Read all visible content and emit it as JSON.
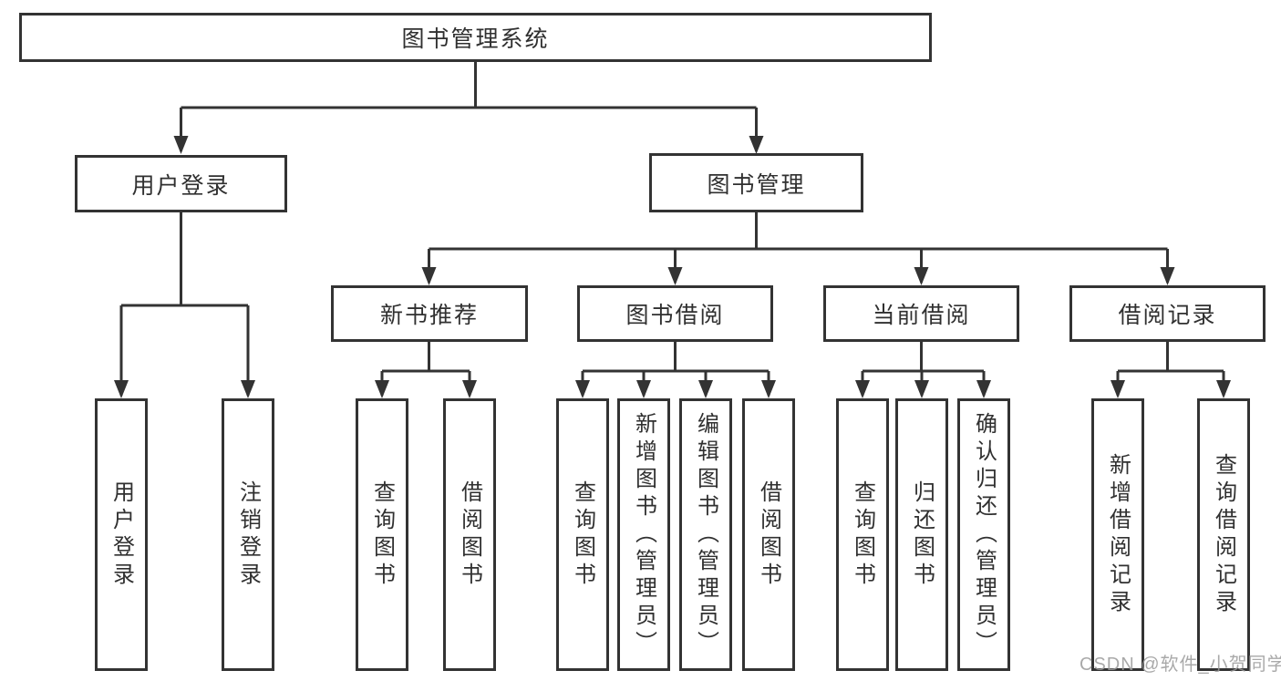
{
  "tree": {
    "root": {
      "label": "图书管理系统"
    },
    "children": [
      {
        "label": "用户登录",
        "children": [
          {
            "label": "用户登录"
          },
          {
            "label": "注销登录"
          }
        ]
      },
      {
        "label": "图书管理",
        "children": [
          {
            "label": "新书推荐",
            "children": [
              {
                "label": "查询图书"
              },
              {
                "label": "借阅图书"
              }
            ]
          },
          {
            "label": "图书借阅",
            "children": [
              {
                "label": "查询图书"
              },
              {
                "label": "新增图书（管理员）"
              },
              {
                "label": "编辑图书（管理员）"
              },
              {
                "label": "借阅图书"
              }
            ]
          },
          {
            "label": "当前借阅",
            "children": [
              {
                "label": "查询图书"
              },
              {
                "label": "归还图书"
              },
              {
                "label": "确认归还（管理员）"
              }
            ]
          },
          {
            "label": "借阅记录",
            "children": [
              {
                "label": "新增借阅记录"
              },
              {
                "label": "查询借阅记录"
              }
            ]
          }
        ]
      }
    ]
  },
  "watermark": {
    "text": "CSDN @软件_小贺同学"
  },
  "colors": {
    "line": "#333333",
    "node-bg": "#ffffff",
    "text": "#303030",
    "watermark": "#9b9b9b"
  }
}
